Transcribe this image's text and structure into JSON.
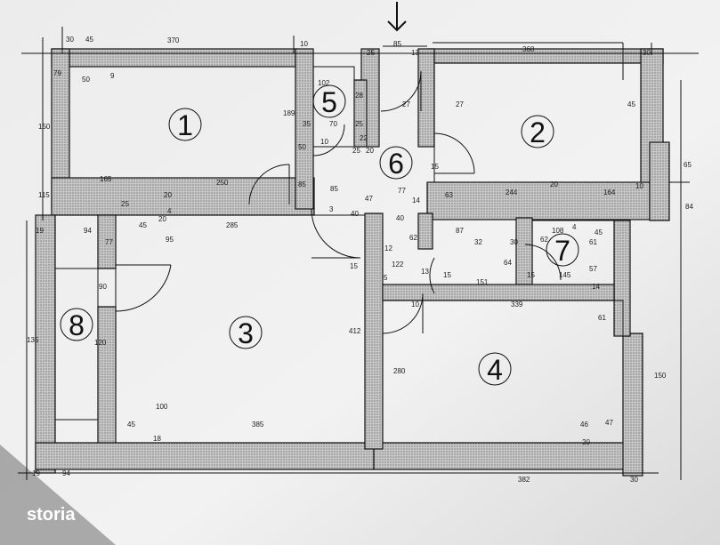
{
  "watermark": "storia",
  "rooms": [
    {
      "id": "1",
      "label": "1"
    },
    {
      "id": "2",
      "label": "2"
    },
    {
      "id": "3",
      "label": "3"
    },
    {
      "id": "4",
      "label": "4"
    },
    {
      "id": "5",
      "label": "5"
    },
    {
      "id": "6",
      "label": "6"
    },
    {
      "id": "7",
      "label": "7"
    },
    {
      "id": "8",
      "label": "8"
    }
  ],
  "dims": {
    "d30_top": "30",
    "d45_top": "45",
    "d370": "370",
    "d10_top": "10",
    "d85_top": "85",
    "d25_top": "25",
    "d13": "13",
    "d368": "368",
    "d30_topright": "30",
    "d79": "79",
    "d50": "50",
    "d9": "9",
    "d102": "102",
    "d28": "28",
    "d27a": "27",
    "d27b": "27",
    "d45_r": "45",
    "d150_l": "150",
    "d189": "189",
    "d35": "35",
    "d70": "70",
    "d25_mid": "25",
    "d22": "22",
    "d50b": "50",
    "d10b": "10",
    "d25b": "25",
    "d20b": "20",
    "d15_r": "15",
    "d65": "65",
    "d165": "165",
    "d250": "250",
    "d20_1": "20",
    "d85_mid": "85",
    "d47": "47",
    "d77": "77",
    "d14": "14",
    "d63": "63",
    "d244": "244",
    "d20_2": "20",
    "d164": "164",
    "d10_r": "10",
    "d84": "84",
    "d115": "115",
    "d25_l": "25",
    "d4": "4",
    "d285": "285",
    "d20_3": "20",
    "d3": "3",
    "d40": "40",
    "d40b": "40",
    "d19": "19",
    "d94_top": "94",
    "d45_l": "45",
    "d77b": "77",
    "d95": "95",
    "d12": "12",
    "d32": "32",
    "d62": "62",
    "d87": "87",
    "d30_m": "30",
    "d108": "108",
    "d45_s": "45",
    "d61": "61",
    "d62b": "62",
    "d4b": "4",
    "d122": "122",
    "d64": "64",
    "d15_a": "15",
    "d15_b": "15",
    "d15_c": "15",
    "d145": "145",
    "d57": "57",
    "d14b": "14",
    "d5": "5",
    "d13b": "13",
    "d151": "151",
    "d90": "90",
    "d10c": "10",
    "d339": "339",
    "d61b": "61",
    "d135": "135",
    "d412": "412",
    "d120": "120",
    "d150_r": "150",
    "d280": "280",
    "d100": "100",
    "d45_b": "45",
    "d385": "385",
    "d18": "18",
    "d47b": "47",
    "d46": "46",
    "d20_4": "20",
    "d19b": "19",
    "d94b": "94",
    "d382": "382",
    "d30_b": "30"
  }
}
